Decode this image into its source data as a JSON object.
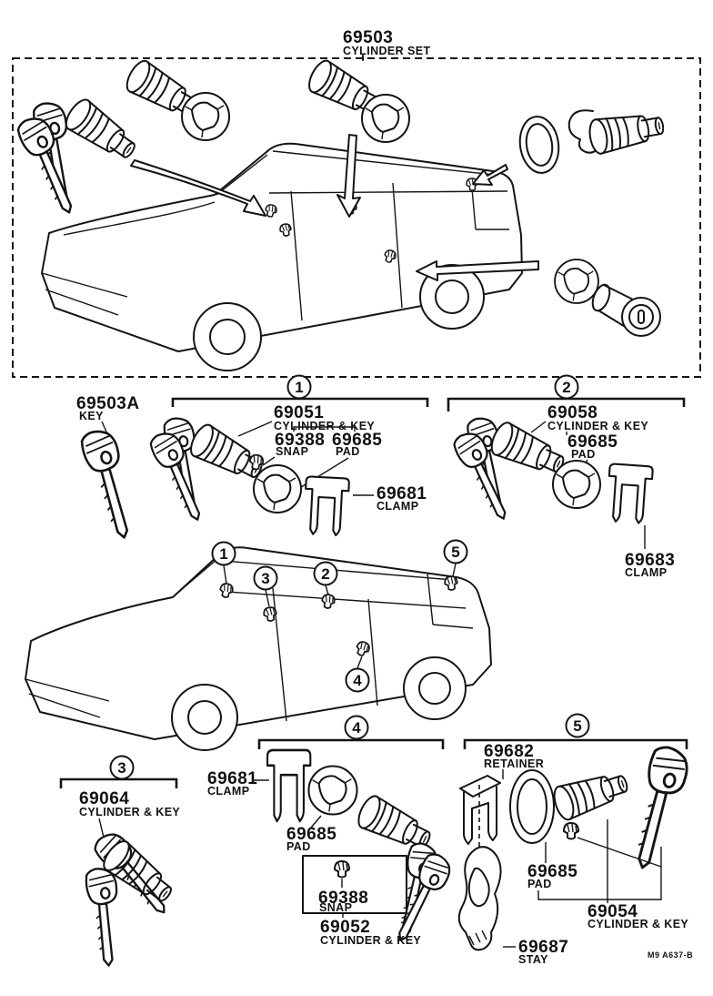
{
  "diagram": {
    "title": {
      "no": "69503",
      "name": "CYLINDER SET"
    },
    "key": {
      "no": "69503A",
      "name": "KEY"
    },
    "g1": {
      "num": "1",
      "cyl": {
        "no": "69051",
        "name": "CYLINDER & KEY"
      },
      "snap": {
        "no": "69388",
        "name": "SNAP"
      },
      "pad": {
        "no": "69685",
        "name": "PAD"
      },
      "clamp": {
        "no": "69681",
        "name": "CLAMP"
      }
    },
    "g2": {
      "num": "2",
      "cyl": {
        "no": "69058",
        "name": "CYLINDER & KEY"
      },
      "pad": {
        "no": "69685",
        "name": "PAD"
      },
      "clamp": {
        "no": "69683",
        "name": "CLAMP"
      }
    },
    "g3": {
      "num": "3",
      "cyl": {
        "no": "69064",
        "name": "CYLINDER & KEY"
      }
    },
    "g4": {
      "num": "4",
      "clamp": {
        "no": "69681",
        "name": "CLAMP"
      },
      "pad": {
        "no": "69685",
        "name": "PAD"
      },
      "snap": {
        "no": "69388",
        "name": "SNAP"
      },
      "cyl": {
        "no": "69052",
        "name": "CYLINDER & KEY"
      }
    },
    "g5": {
      "num": "5",
      "retainer": {
        "no": "69682",
        "name": "RETAINER"
      },
      "pad": {
        "no": "69685",
        "name": "PAD"
      },
      "cyl": {
        "no": "69054",
        "name": "CYLINDER & KEY"
      },
      "stay": {
        "no": "69687",
        "name": "STAY"
      }
    },
    "car_callouts": {
      "c1": "1",
      "c2": "2",
      "c3": "3",
      "c4": "4",
      "c5": "5"
    },
    "footer_code": "M9 A637-B",
    "colors": {
      "line": "#141414",
      "background": "#ffffff"
    }
  }
}
